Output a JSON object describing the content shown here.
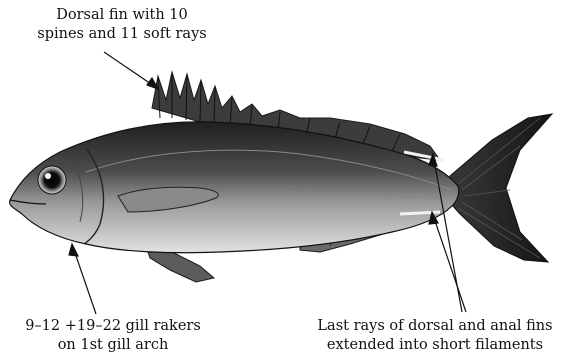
{
  "annotations": {
    "dorsal_fin": {
      "line1": "Dorsal fin with 10",
      "line2": "spines and 11 soft rays"
    },
    "gill_rakers": {
      "line1": "9–12 +19–22 gill rakers",
      "line2": "on 1st gill arch"
    },
    "filaments": {
      "line1": "Last rays of dorsal and anal fins",
      "line2": "extended into short filaments"
    }
  },
  "colors": {
    "ink": "#111111",
    "body_dark": "#2a2a2a",
    "body_mid": "#6b6b6b",
    "belly": "#d9d9d9",
    "fin": "#4a4a4a"
  }
}
